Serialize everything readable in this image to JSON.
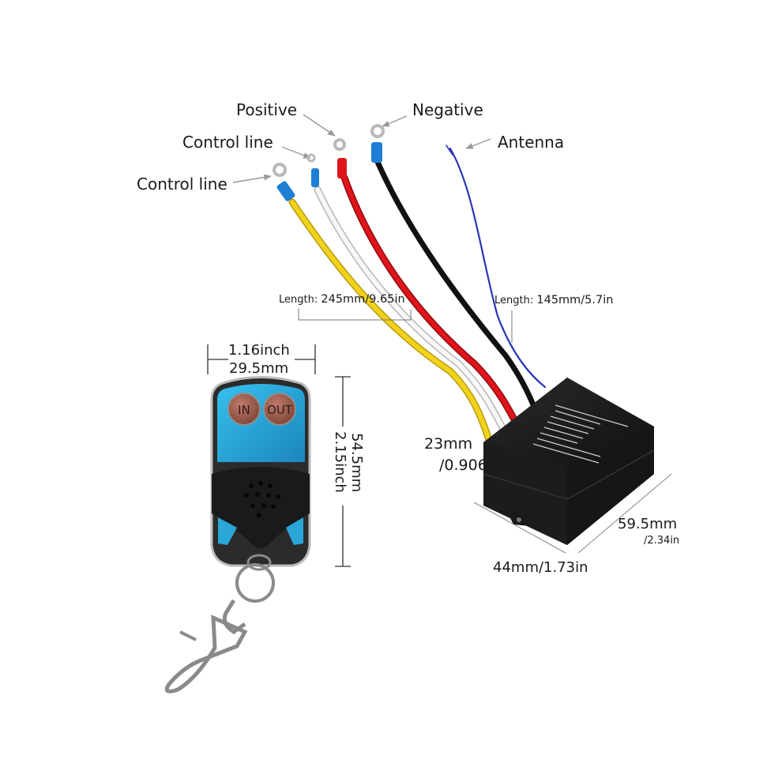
{
  "wires": {
    "positive": "Positive",
    "negative": "Negative",
    "control_1": "Control line",
    "control_2": "Control line",
    "antenna": "Antenna"
  },
  "lengths": {
    "main": {
      "prefix": "Length:",
      "value": "245mm/9.65in"
    },
    "antenna": {
      "prefix": "Length:",
      "value": "145mm/5.7in"
    }
  },
  "remote": {
    "width_in": "1.16inch",
    "width_mm": "29.5mm",
    "height_mm": "54.5mm",
    "height_in": "2.15inch",
    "button_in": "IN",
    "button_out": "OUT"
  },
  "receiver": {
    "height_mm": "23mm",
    "height_in": "/0.906in",
    "length_mm": "59.5mm",
    "length_in": "/2.34in",
    "width": "44mm/1.73in"
  },
  "colors": {
    "yellow_wire": "#f2d31b",
    "white_wire": "#f4f4f4",
    "red_wire": "#e0141b",
    "black_wire": "#111111",
    "antenna_wire": "#2a35b5",
    "terminal_blue": "#1f7fd6",
    "remote_blue": "#2aa7d8",
    "button_red": "#a35a4c"
  }
}
